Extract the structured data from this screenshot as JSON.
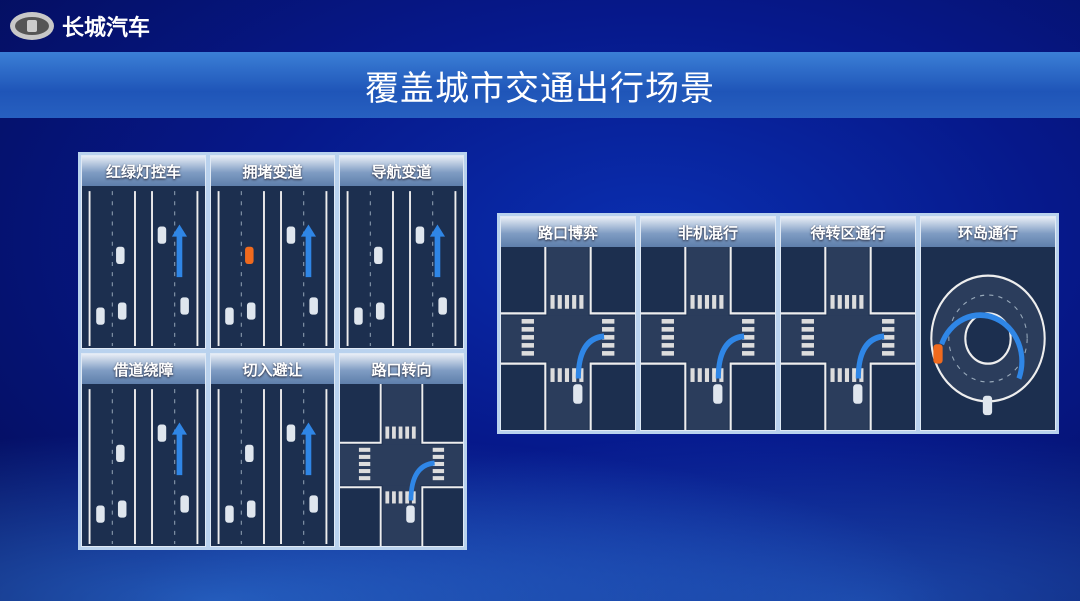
{
  "brand": {
    "name": "长城汽车"
  },
  "title": "覆盖城市交通出行场景",
  "left_scenarios": [
    {
      "label": "红绿灯控车",
      "kind": "lanes"
    },
    {
      "label": "拥堵变道",
      "kind": "lanes"
    },
    {
      "label": "导航变道",
      "kind": "lanes"
    },
    {
      "label": "借道绕障",
      "kind": "lanes"
    },
    {
      "label": "切入避让",
      "kind": "lanes"
    },
    {
      "label": "路口转向",
      "kind": "cross"
    }
  ],
  "right_scenarios": [
    {
      "label": "路口博弈",
      "kind": "cross"
    },
    {
      "label": "非机混行",
      "kind": "cross"
    },
    {
      "label": "待转区通行",
      "kind": "cross"
    },
    {
      "label": "环岛通行",
      "kind": "round"
    }
  ],
  "colors": {
    "arrow": "#2f86e6",
    "car": "#dfe6ee",
    "car_orange": "#f06a1e",
    "road": "#1c2f4f"
  }
}
